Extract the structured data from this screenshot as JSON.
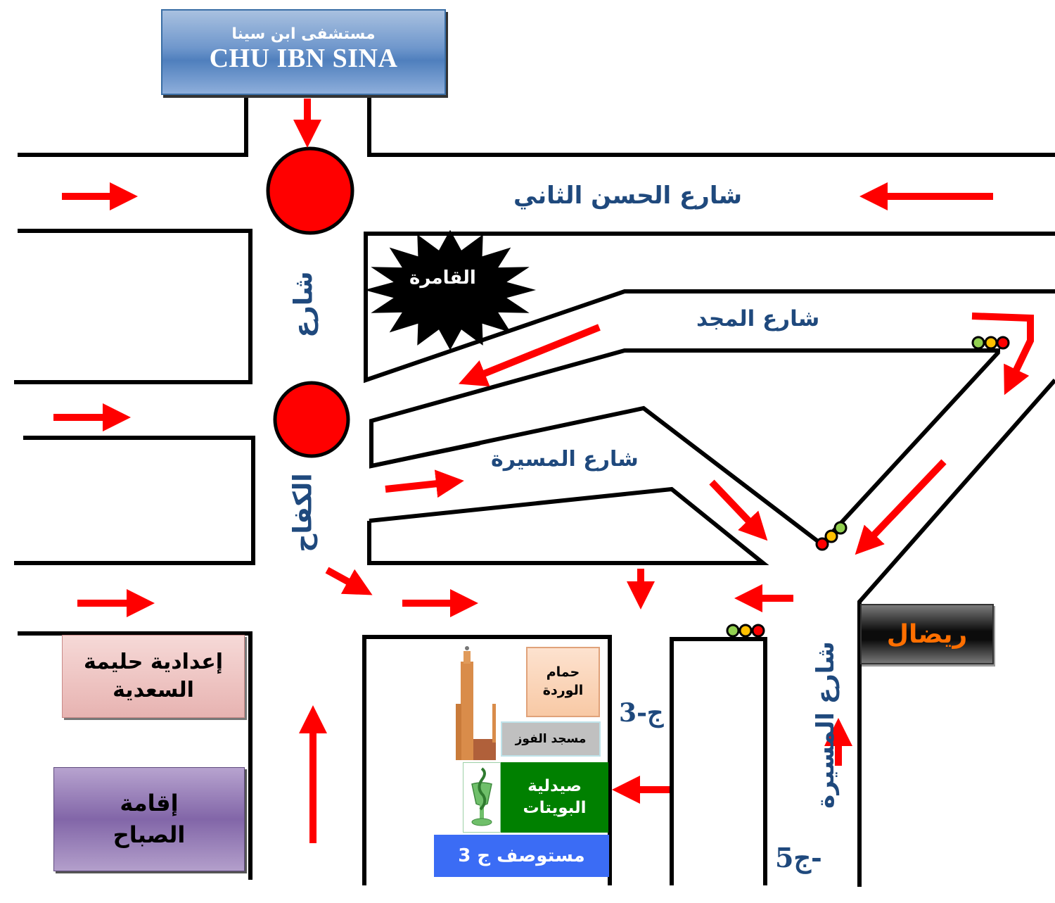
{
  "map": {
    "hospital": {
      "name_ar": "مستشفى ابن سينا",
      "name_en": "CHU IBN SINA"
    },
    "streets": {
      "hassan_ii": "شارع الحسن الثاني",
      "kifah_top": "شارع",
      "kifah_bottom": "الكفاح",
      "majd": "شارع المجد",
      "massira_middle": "شارع المسيرة",
      "massira_vertical": "شارع المسيرة"
    },
    "landmarks": {
      "qamra": "القامرة",
      "school_line1": "إعدادية حليمة",
      "school_line2": "السعدية",
      "residence_line1": "إقامة",
      "residence_line2": "الصباح",
      "hammam_line1": "حمام",
      "hammam_line2": "الوردة",
      "mosque": "مسجد الفوز",
      "pharmacy_line1": "صيدلية",
      "pharmacy_line2": "البويتات",
      "dispensary": "مستوصف ج 3",
      "ridal": "ريضال"
    },
    "district_labels": {
      "j3": "ج-3",
      "j5": "-ج5"
    },
    "colors": {
      "street_text": "#1f497d",
      "arrow": "#ff0000",
      "roundabout": "#ff0000",
      "light_green": "#92d050",
      "light_yellow": "#ffc000",
      "light_red": "#ff0000",
      "road_line": "#000000"
    }
  }
}
